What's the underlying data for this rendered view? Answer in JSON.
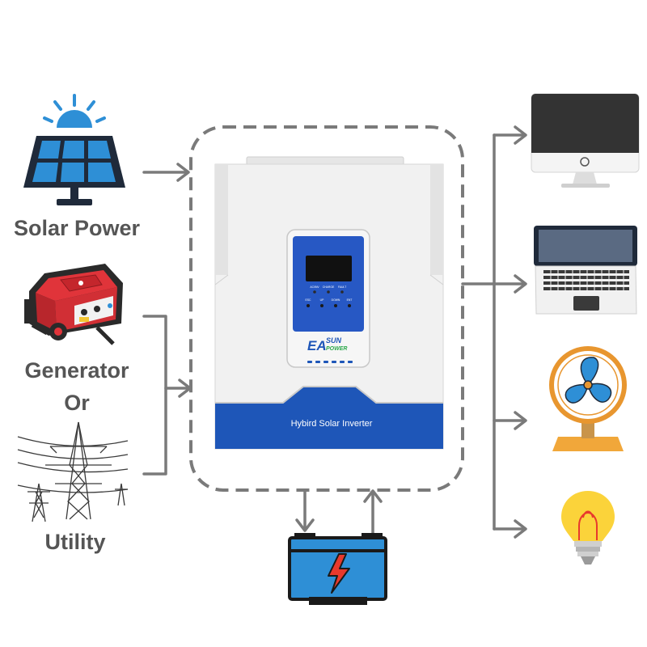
{
  "sources": {
    "solar_label": "Solar Power",
    "generator_label": "Generator",
    "or_label": "Or",
    "utility_label": "Utility"
  },
  "inverter": {
    "brand_main": "EA",
    "brand_sun": "SUN",
    "brand_power": "POWER",
    "product_label": "Hybird Solar Inverter",
    "indicators": [
      "AC/INV",
      "CHARGE",
      "FAULT"
    ],
    "buttons": [
      "ESC",
      "UP",
      "DOWN",
      "ENT"
    ]
  },
  "colors": {
    "arrow": "#7a7a7a",
    "panel_blue": "#1e56b8",
    "battery_blue": "#2e8fd6",
    "text_gray": "#555555"
  },
  "icons": {
    "solar": "solar-panel-icon",
    "generator": "generator-icon",
    "utility": "power-tower-icon",
    "battery": "battery-icon",
    "monitor": "desktop-monitor-icon",
    "laptop": "laptop-icon",
    "fan": "electric-fan-icon",
    "bulb": "light-bulb-icon"
  }
}
